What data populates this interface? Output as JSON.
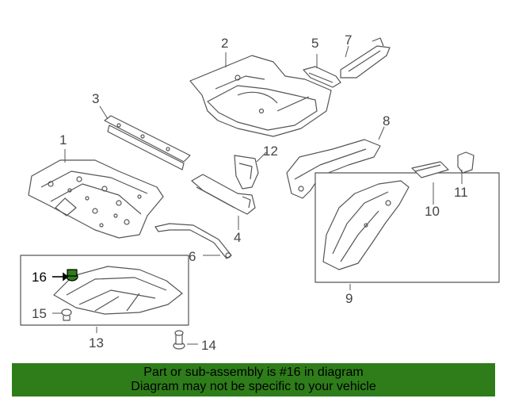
{
  "callouts": {
    "c1": "1",
    "c2": "2",
    "c3": "3",
    "c4": "4",
    "c5": "5",
    "c6": "6",
    "c7": "7",
    "c8": "8",
    "c9": "9",
    "c10": "10",
    "c11": "11",
    "c12": "12",
    "c13": "13",
    "c14": "14",
    "c15": "15",
    "c16": "16"
  },
  "banner": {
    "line1": "Part or sub-assembly is #16 in diagram",
    "line2": "Diagram may not be specific to your vehicle",
    "color": "#2e7d1a"
  },
  "highlight_part": "16"
}
